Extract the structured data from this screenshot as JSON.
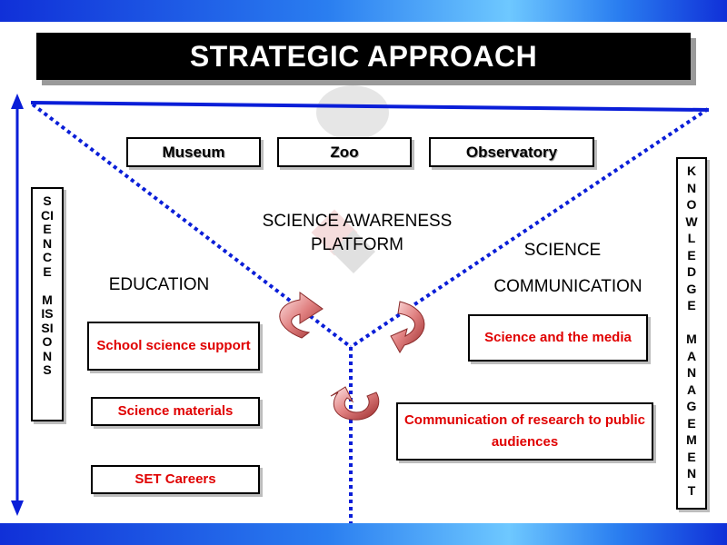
{
  "title": "STRATEGIC APPROACH",
  "top_boxes": [
    "Museum",
    "Zoo",
    "Observatory"
  ],
  "platform_label": [
    "SCIENCE AWARENESS",
    "PLATFORM"
  ],
  "education_label": "EDUCATION",
  "communication_label": [
    "SCIENCE",
    "COMMUNICATION"
  ],
  "education_items": [
    "School science support",
    "Science materials",
    "SET  Careers"
  ],
  "communication_items": [
    "Science and the media",
    "Communication  of research to public audiences"
  ],
  "left_vertical": [
    "S",
    "CI",
    "E",
    "N",
    "C",
    "E",
    "",
    "M",
    "IS",
    "SI",
    "O",
    "N",
    "S"
  ],
  "right_vertical": [
    "K",
    "N",
    "O",
    "W",
    "L",
    "E",
    "D",
    "G",
    "E",
    "",
    "M",
    "A",
    "N",
    "A",
    "G",
    "E",
    "M",
    "E",
    "N",
    "T"
  ],
  "colors": {
    "band_dark": "#1030d8",
    "band_light": "#6ec8ff",
    "line_blue": "#0a1ed8",
    "item_red": "#e00000",
    "arrow_red": "#c04040"
  }
}
